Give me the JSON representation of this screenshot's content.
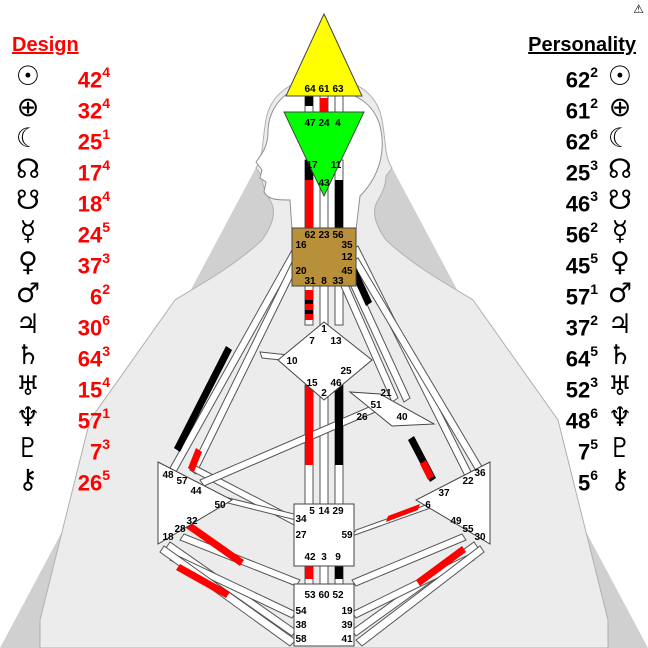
{
  "design": {
    "title": "Design",
    "color": "#ff0000",
    "rows": [
      {
        "icon": "sun-icon",
        "glyph": "☉",
        "gate": "42",
        "line": "4"
      },
      {
        "icon": "earth-icon",
        "glyph": "⊕",
        "gate": "32",
        "line": "4"
      },
      {
        "icon": "moon-icon",
        "glyph": "☾",
        "gate": "25",
        "line": "1"
      },
      {
        "icon": "north-node-icon",
        "glyph": "☊",
        "gate": "17",
        "line": "4"
      },
      {
        "icon": "south-node-icon",
        "glyph": "☋",
        "gate": "18",
        "line": "4"
      },
      {
        "icon": "mercury-icon",
        "glyph": "☿",
        "gate": "24",
        "line": "5"
      },
      {
        "icon": "venus-icon",
        "glyph": "♀",
        "gate": "37",
        "line": "3"
      },
      {
        "icon": "mars-icon",
        "glyph": "♂",
        "gate": "6",
        "line": "2"
      },
      {
        "icon": "jupiter-icon",
        "glyph": "♃",
        "gate": "30",
        "line": "6"
      },
      {
        "icon": "saturn-icon",
        "glyph": "♄",
        "gate": "64",
        "line": "3"
      },
      {
        "icon": "uranus-icon",
        "glyph": "♅",
        "gate": "15",
        "line": "4"
      },
      {
        "icon": "neptune-icon",
        "glyph": "♆",
        "gate": "57",
        "line": "1"
      },
      {
        "icon": "pluto-icon",
        "glyph": "♇",
        "gate": "7",
        "line": "3"
      },
      {
        "icon": "chiron-icon",
        "glyph": "⚷",
        "gate": "26",
        "line": "5"
      }
    ]
  },
  "personality": {
    "title": "Personality",
    "color": "#000000",
    "rows": [
      {
        "icon": "sun-icon",
        "glyph": "☉",
        "gate": "62",
        "line": "2"
      },
      {
        "icon": "earth-icon",
        "glyph": "⊕",
        "gate": "61",
        "line": "2"
      },
      {
        "icon": "moon-icon",
        "glyph": "☾",
        "gate": "62",
        "line": "6"
      },
      {
        "icon": "north-node-icon",
        "glyph": "☊",
        "gate": "25",
        "line": "3"
      },
      {
        "icon": "south-node-icon",
        "glyph": "☋",
        "gate": "46",
        "line": "3"
      },
      {
        "icon": "mercury-icon",
        "glyph": "☿",
        "gate": "56",
        "line": "2"
      },
      {
        "icon": "venus-icon",
        "glyph": "♀",
        "gate": "45",
        "line": "5"
      },
      {
        "icon": "mars-icon",
        "glyph": "♂",
        "gate": "57",
        "line": "1"
      },
      {
        "icon": "jupiter-icon",
        "glyph": "♃",
        "gate": "37",
        "line": "2"
      },
      {
        "icon": "saturn-icon",
        "glyph": "♄",
        "gate": "64",
        "line": "5"
      },
      {
        "icon": "uranus-icon",
        "glyph": "♅",
        "gate": "52",
        "line": "3"
      },
      {
        "icon": "neptune-icon",
        "glyph": "♆",
        "gate": "48",
        "line": "6"
      },
      {
        "icon": "pluto-icon",
        "glyph": "♇",
        "gate": "7",
        "line": "5"
      },
      {
        "icon": "chiron-icon",
        "glyph": "⚷",
        "gate": "5",
        "line": "6"
      }
    ]
  },
  "centers": {
    "head": {
      "color": "#ffff00",
      "gates": [
        "64",
        "61",
        "63"
      ]
    },
    "ajna": {
      "color": "#00ff00",
      "gates": [
        "47",
        "24",
        "4",
        "17",
        "11",
        "43"
      ]
    },
    "throat": {
      "color": "#b8903a",
      "gates": [
        "62",
        "23",
        "56",
        "16",
        "35",
        "12",
        "20",
        "45",
        "31",
        "8",
        "33"
      ]
    },
    "g": {
      "color": "#ffffff",
      "gates": [
        "1",
        "7",
        "13",
        "10",
        "15",
        "2",
        "46",
        "25"
      ]
    },
    "heart": {
      "color": "#ffffff",
      "gates": [
        "21",
        "51",
        "26",
        "40"
      ]
    },
    "spleen": {
      "color": "#ffffff",
      "gates": [
        "48",
        "57",
        "44",
        "50",
        "32",
        "28",
        "18"
      ]
    },
    "sacral": {
      "color": "#ffffff",
      "gates": [
        "34",
        "5",
        "14",
        "29",
        "27",
        "59",
        "42",
        "3",
        "9"
      ]
    },
    "solar_plexus": {
      "color": "#ffffff",
      "gates": [
        "36",
        "22",
        "37",
        "6",
        "49",
        "55",
        "30"
      ]
    },
    "root": {
      "color": "#ffffff",
      "gates": [
        "53",
        "60",
        "52",
        "54",
        "19",
        "38",
        "39",
        "58",
        "41"
      ]
    }
  },
  "colors": {
    "design": "#ff0000",
    "personality": "#000000",
    "background_silhouette": "#cccccc",
    "body_outline": "#e6e6e6"
  }
}
